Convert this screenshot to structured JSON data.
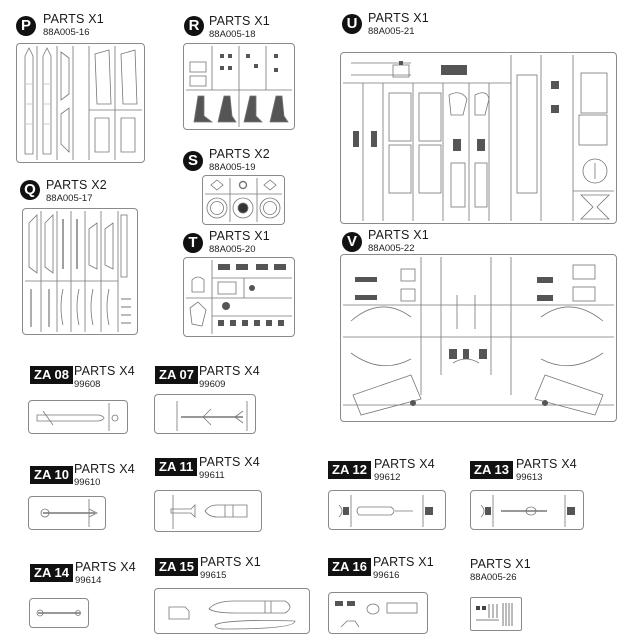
{
  "sheets": [
    {
      "id": "P",
      "badge_style": "circle",
      "title": "PARTS X1",
      "code": "88A005-16"
    },
    {
      "id": "R",
      "badge_style": "circle",
      "title": "PARTS X1",
      "code": "88A005-18"
    },
    {
      "id": "U",
      "badge_style": "circle",
      "title": "PARTS X1",
      "code": "88A005-21"
    },
    {
      "id": "S",
      "badge_style": "circle",
      "title": "PARTS X2",
      "code": "88A005-19"
    },
    {
      "id": "Q",
      "badge_style": "circle",
      "title": "PARTS X2",
      "code": "88A005-17"
    },
    {
      "id": "T",
      "badge_style": "circle",
      "title": "PARTS X1",
      "code": "88A005-20"
    },
    {
      "id": "V",
      "badge_style": "circle",
      "title": "PARTS X1",
      "code": "88A005-22"
    },
    {
      "id": "ZA 08",
      "badge_style": "rect",
      "title": "PARTS X4",
      "code": "99608"
    },
    {
      "id": "ZA 07",
      "badge_style": "rect",
      "title": "PARTS X4",
      "code": "99609"
    },
    {
      "id": "ZA 10",
      "badge_style": "rect",
      "title": "PARTS X4",
      "code": "99610"
    },
    {
      "id": "ZA 11",
      "badge_style": "rect",
      "title": "PARTS X4",
      "code": "99611"
    },
    {
      "id": "ZA 12",
      "badge_style": "rect",
      "title": "PARTS X4",
      "code": "99612"
    },
    {
      "id": "ZA 13",
      "badge_style": "rect",
      "title": "PARTS X4",
      "code": "99613"
    },
    {
      "id": "ZA 14",
      "badge_style": "rect",
      "title": "PARTS X4",
      "code": "99614"
    },
    {
      "id": "ZA 15",
      "badge_style": "rect",
      "title": "PARTS X1",
      "code": "99615"
    },
    {
      "id": "ZA 16",
      "badge_style": "rect",
      "title": "PARTS X1",
      "code": "99616"
    },
    {
      "id": "",
      "badge_style": "none",
      "title": "PARTS X1",
      "code": "88A005-26"
    }
  ]
}
